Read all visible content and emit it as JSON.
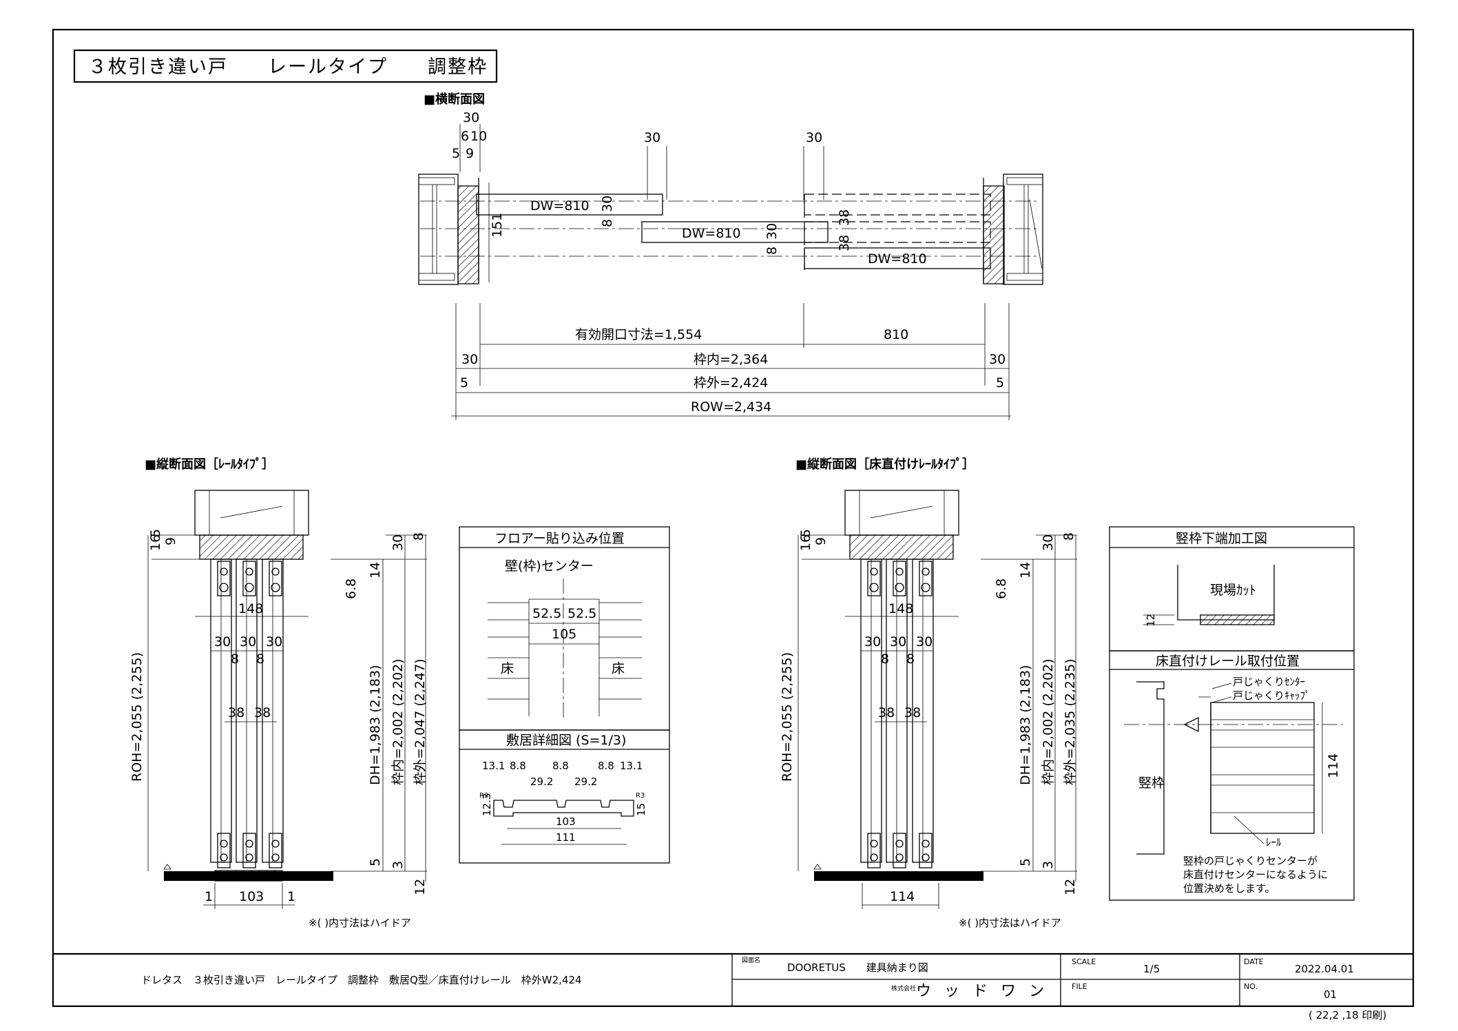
{
  "title": "３枚引き違い戸　　レールタイプ　　調整枠",
  "plan": {
    "heading": "■横断面図",
    "top_dims": [
      "30",
      "6",
      "10",
      "5",
      "9",
      "30",
      "30"
    ],
    "door_labels": [
      "DW=810",
      "DW=810",
      "DW=810"
    ],
    "side_dims": [
      "151",
      "30",
      "8",
      "30",
      "8",
      "38",
      "38"
    ],
    "effective_opening": "有効開口寸法=1,554",
    "door_width": "810",
    "frame_inner": "枠内=2,364",
    "frame_outer": "枠外=2,424",
    "row": "ROW=2,434",
    "end_30": "30",
    "end_5": "5"
  },
  "section_left": {
    "heading": "■縦断面図［ﾚｰﾙﾀｲﾌﾟ］",
    "dims_top": [
      "16",
      "5",
      "9"
    ],
    "d_148": "148",
    "d_30s": [
      "30",
      "30",
      "30"
    ],
    "d_8s": [
      "8",
      "8"
    ],
    "d_38s": [
      "38",
      "38"
    ],
    "roh": "ROH=2,055 (2,255)",
    "dh": "DH=1,983 (2,183)",
    "waku_in": "枠内=2,002 (2,202)",
    "waku_out": "枠外=2,047 (2,247)",
    "d_68": "6.8",
    "d_14": "14",
    "d_30": "30",
    "d_8": "8",
    "d_5": "5",
    "d_3": "3",
    "d_12": "12",
    "bottom": [
      "1",
      "103",
      "1"
    ],
    "note": "※( )内寸法はハイドア"
  },
  "floor_box": {
    "title": "フロアー貼り込み位置",
    "center": "壁(枠)センター",
    "d1": "52.5",
    "d2": "52.5",
    "d3": "105",
    "floor_left": "床",
    "floor_right": "床"
  },
  "sill_box": {
    "title": "敷居詳細図 (S=1/3)",
    "top_dims": [
      "13.1",
      "8.8",
      "8.8",
      "8.8",
      "13.1"
    ],
    "mid_dims": [
      "29.2",
      "29.2"
    ],
    "r_left": "R3",
    "r_right": "R3",
    "h_left": "12.3",
    "h_right": "15",
    "w1": "103",
    "w2": "111"
  },
  "section_right": {
    "heading": "■縦断面図［床直付けﾚｰﾙﾀｲﾌﾟ］",
    "dims_top": [
      "16",
      "5",
      "9"
    ],
    "d_148": "148",
    "d_30s": [
      "30",
      "30",
      "30"
    ],
    "d_8s": [
      "8",
      "8"
    ],
    "d_38s": [
      "38",
      "38"
    ],
    "roh": "ROH=2,055 (2,255)",
    "dh": "DH=1,983 (2,183)",
    "waku_in": "枠内=2,002 (2,202)",
    "waku_out": "枠外=2,035 (2,235)",
    "d_68": "6.8",
    "d_14": "14",
    "d_30": "30",
    "d_8": "8",
    "d_5": "5",
    "d_3": "3",
    "d_12": "12",
    "bottom": "114",
    "note": "※( )内寸法はハイドア"
  },
  "frame_box": {
    "title": "竪枠下端加工図",
    "cut": "現場ｶｯﾄ",
    "d12": "12"
  },
  "rail_box": {
    "title": "床直付けレール取付位置",
    "label1": "戸じゃくりｾﾝﾀｰ",
    "label2": "戸じゃくりｷｬｯﾌﾟ",
    "tatewaku": "竪枠",
    "d114": "114",
    "rail": "ﾚｰﾙ",
    "note1": "竪枠の戸じゃくりセンターが",
    "note2": "床直付けセンターになるように",
    "note3": "位置決めをします。"
  },
  "title_block": {
    "description": "ドレタス　３枚引き違い戸　レールタイプ　調整枠　敷居Q型／床直付けレール　枠外W2,424",
    "drawing_name_label": "図面名",
    "drawing_name": "DOORETUS　　建具納まり図",
    "company_prefix": "株式会社",
    "company": "ウ ッ ド ワ ン",
    "scale_label": "SCALE",
    "scale": "1/5",
    "file_label": "FILE",
    "date_label": "DATE",
    "date": "2022.04.01",
    "no_label": "NO.",
    "no": "01"
  },
  "print_stamp": "( 22,2 ,18 印刷)"
}
